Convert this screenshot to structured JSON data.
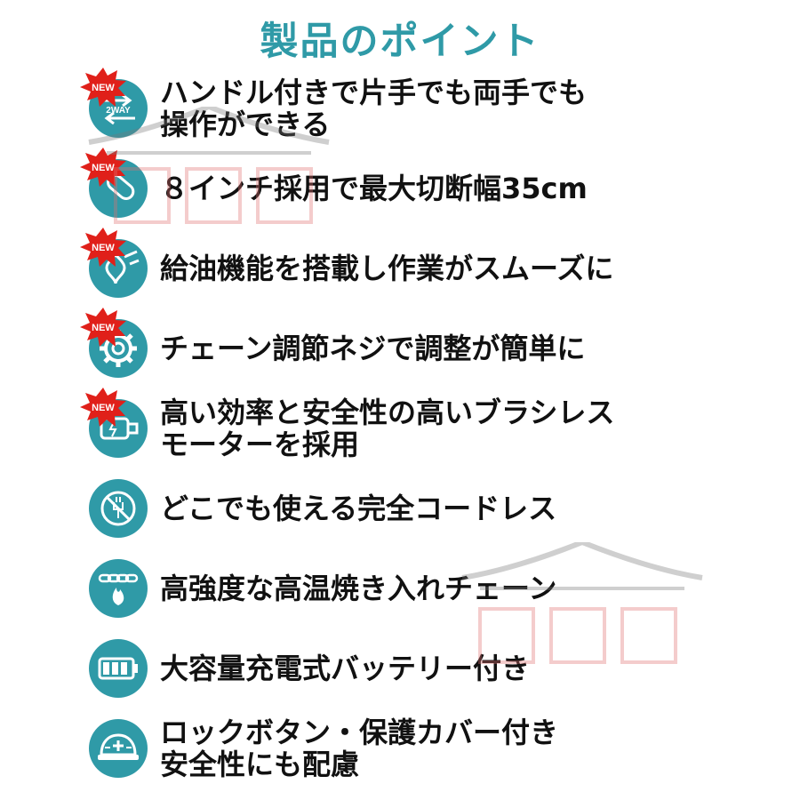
{
  "title": "製品のポイント",
  "badge_label": "NEW",
  "features": [
    {
      "lines": [
        "ハンドル付きで片手でも両手でも",
        "操作ができる"
      ],
      "icon": "two-way-arrows-icon",
      "icon_label": "2WAY",
      "is_new": true
    },
    {
      "lines": [
        "８インチ採用で最大切断幅35cm"
      ],
      "icon": "chainsaw-blade-icon",
      "is_new": true
    },
    {
      "lines": [
        "給油機能を搭載し作業がスムーズに"
      ],
      "icon": "oil-drop-icon",
      "is_new": true
    },
    {
      "lines": [
        "チェーン調節ネジで調整が簡単に"
      ],
      "icon": "gear-icon",
      "is_new": true
    },
    {
      "lines": [
        "高い効率と安全性の高いブラシレス",
        "モーターを採用"
      ],
      "icon": "motor-icon",
      "is_new": true
    },
    {
      "lines": [
        "どこでも使える完全コードレス"
      ],
      "icon": "no-cord-icon",
      "is_new": false
    },
    {
      "lines": [
        "高強度な高温焼き入れチェーン"
      ],
      "icon": "chain-flame-icon",
      "is_new": false
    },
    {
      "lines": [
        "大容量充電式バッテリー付き"
      ],
      "icon": "battery-icon",
      "is_new": false
    },
    {
      "lines": [
        "ロックボタン・保護カバー付き",
        "安全性にも配慮"
      ],
      "icon": "safety-helmet-icon",
      "is_new": false
    }
  ],
  "colors": {
    "accent": "#2f9aa7",
    "badge": "#e0201a",
    "text": "#111111"
  }
}
